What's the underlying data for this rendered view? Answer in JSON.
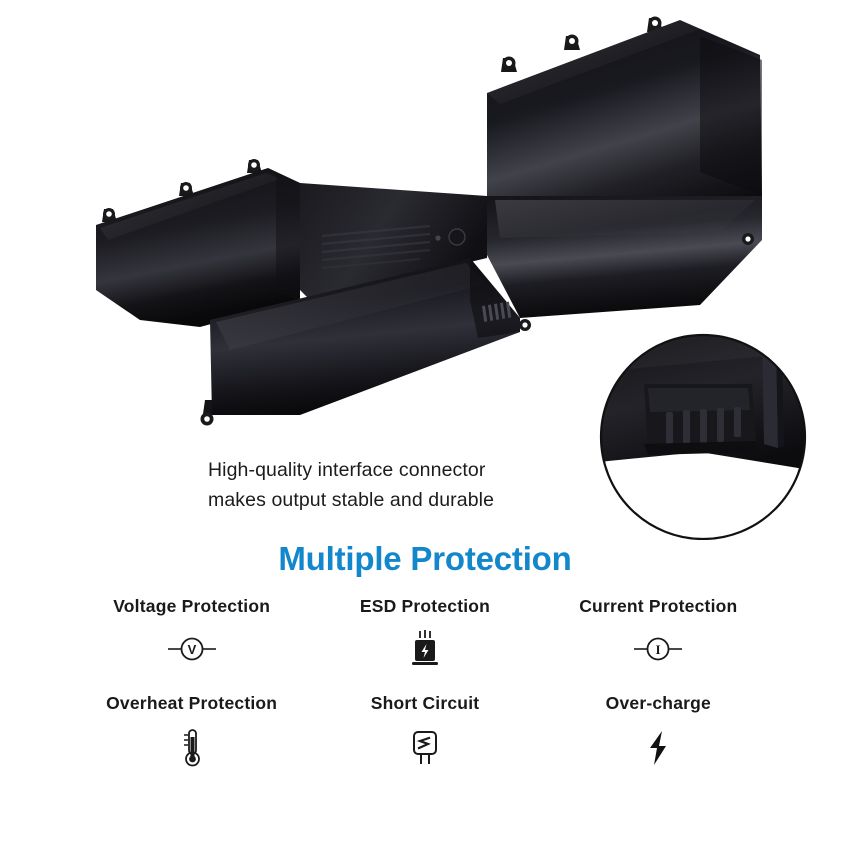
{
  "photo": {
    "alt_name": "laptop-battery-product-photo",
    "body_color": "#0d0d0f",
    "highlight_color": "#3a3a40",
    "tab_color": "#17171a"
  },
  "inset": {
    "name": "connector-closeup-inset",
    "border_color": "#111111",
    "description": "Magnified circular view of battery interface connector pins"
  },
  "caption": {
    "line1": "High-quality interface connector",
    "line2": "makes output stable and durable"
  },
  "heading": {
    "text": "Multiple Protection",
    "color": "#1387cc"
  },
  "protection": {
    "rows": [
      {
        "cells": [
          {
            "label": "Voltage Protection",
            "icon": "voltmeter-icon"
          },
          {
            "label": "ESD Protection",
            "icon": "esd-device-icon"
          },
          {
            "label": "Current Protection",
            "icon": "ammeter-icon"
          }
        ]
      },
      {
        "cells": [
          {
            "label": "Overheat Protection",
            "icon": "thermometer-icon"
          },
          {
            "label": "Short Circuit",
            "icon": "short-circuit-icon"
          },
          {
            "label": "Over-charge",
            "icon": "lightning-bolt-icon"
          }
        ]
      }
    ]
  }
}
